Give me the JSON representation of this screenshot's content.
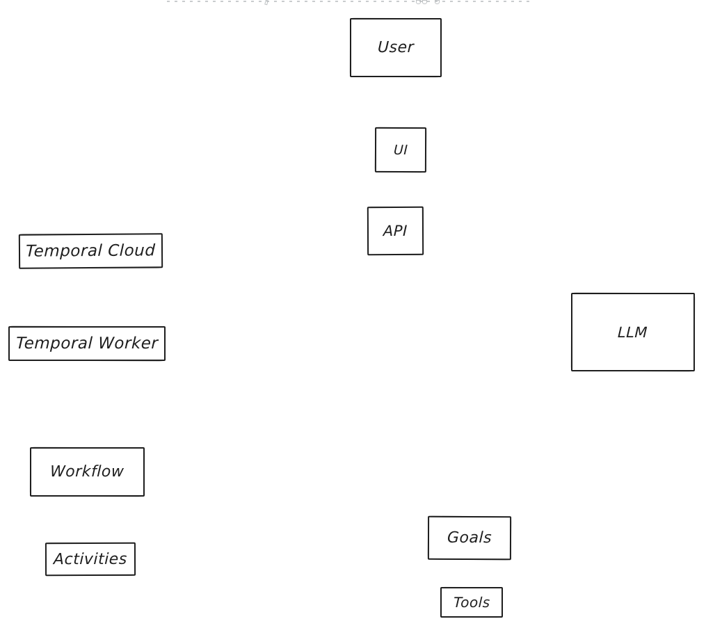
{
  "diagram": {
    "style": {
      "stroke_color": "#1e1e1e",
      "background_color": "#ffffff",
      "text_color": "#1e1e1e"
    },
    "nodes": [
      {
        "id": "user",
        "label": "User"
      },
      {
        "id": "ui",
        "label": "UI"
      },
      {
        "id": "api",
        "label": "API"
      },
      {
        "id": "temporal-cloud",
        "label": "Temporal Cloud"
      },
      {
        "id": "temporal-worker",
        "label": "Temporal Worker"
      },
      {
        "id": "llm",
        "label": "LLM"
      },
      {
        "id": "workflow",
        "label": "Workflow"
      },
      {
        "id": "goals",
        "label": "Goals"
      },
      {
        "id": "activities",
        "label": "Activities"
      },
      {
        "id": "tools",
        "label": "Tools"
      }
    ]
  }
}
